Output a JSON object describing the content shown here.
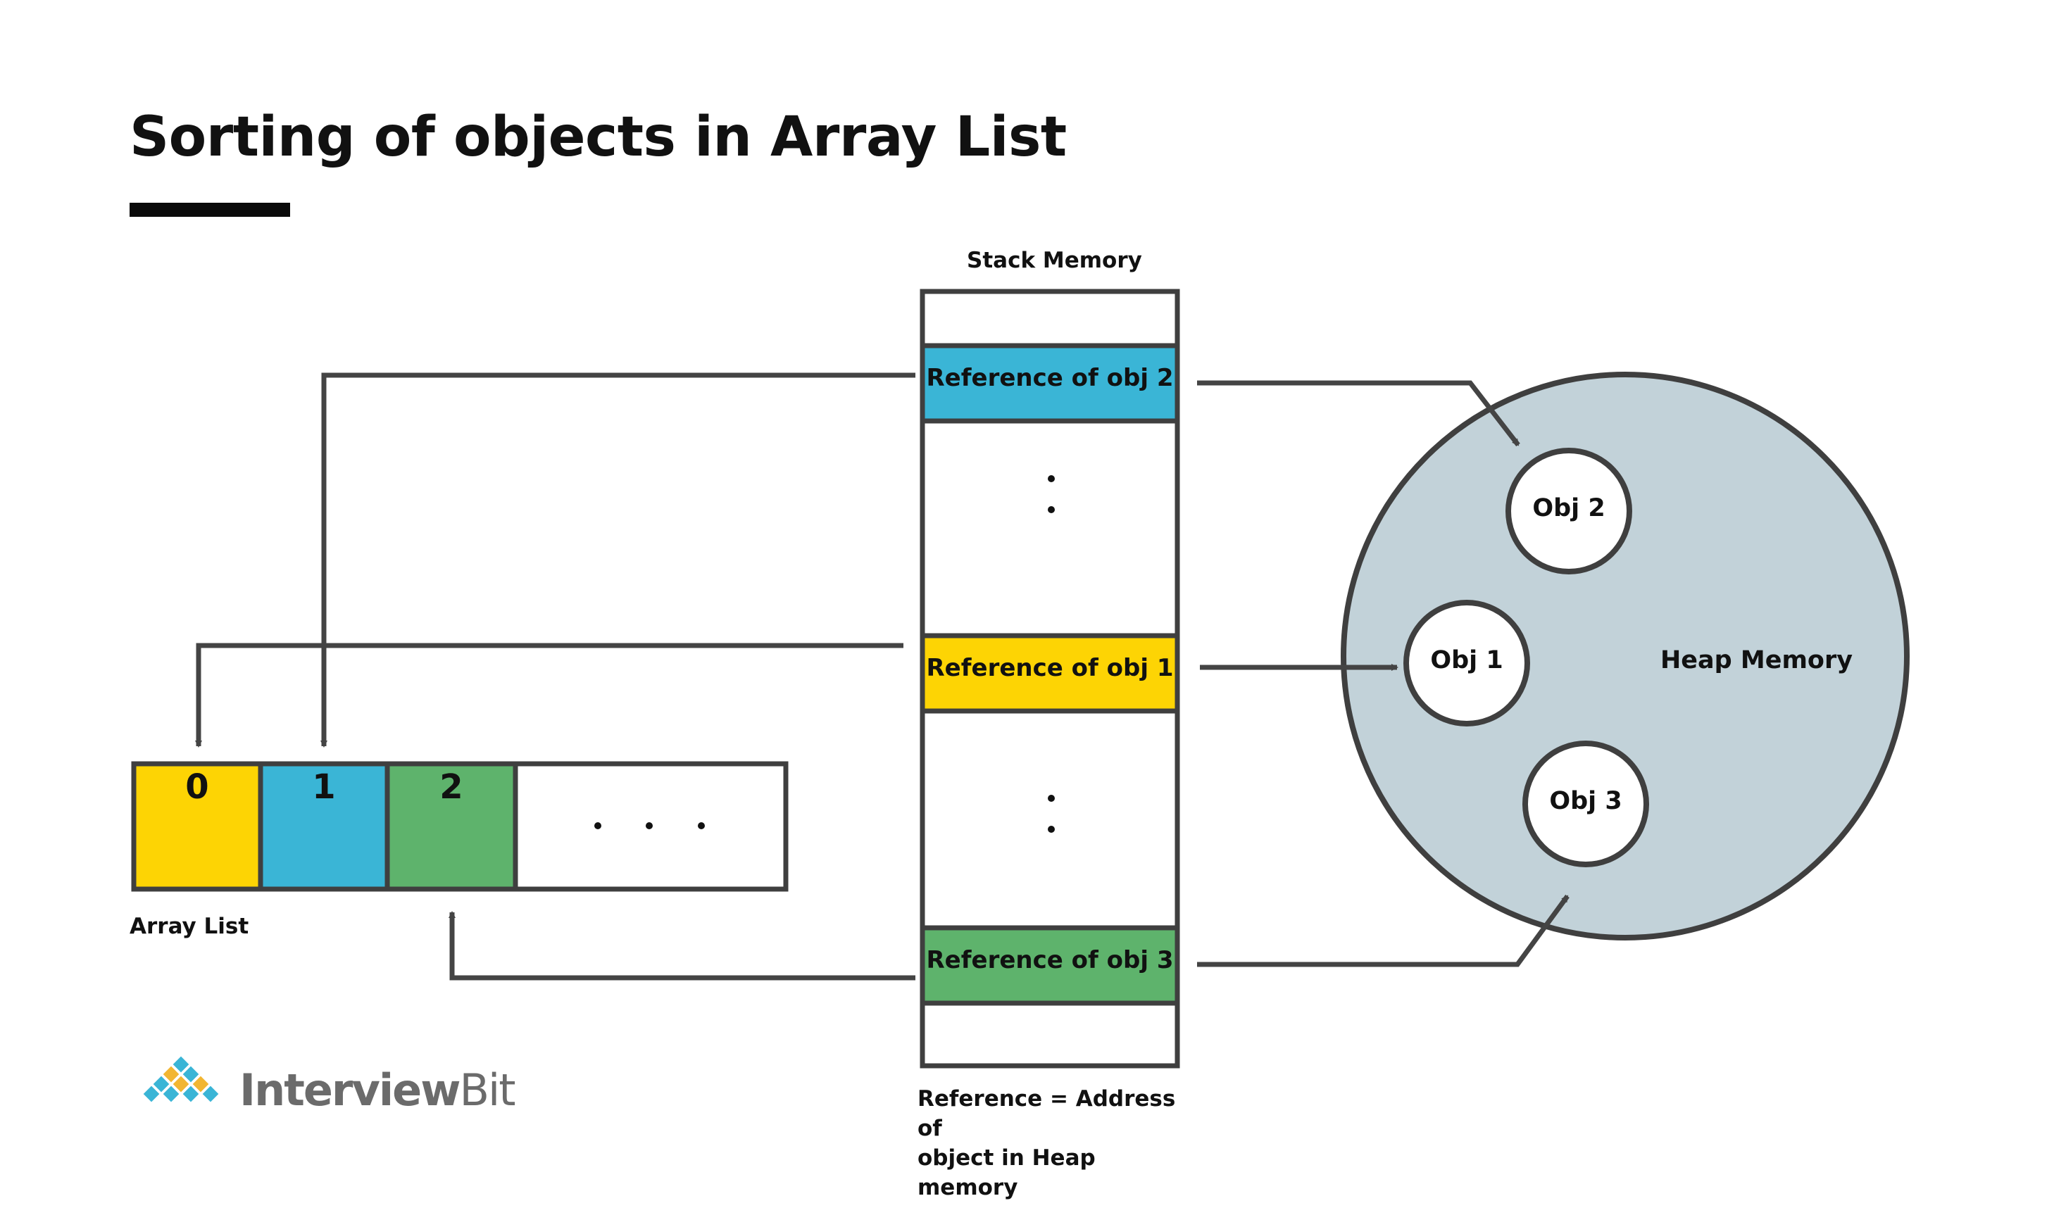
{
  "title": "Sorting of objects in Array List",
  "labels": {
    "stack_memory": "Stack Memory",
    "array_list": "Array List",
    "heap_memory": "Heap Memory",
    "note_line1": "Reference = Address of",
    "note_line2": "object in Heap memory"
  },
  "stack": {
    "refs": [
      {
        "label": "Reference of obj 2",
        "color": "#3AB5D6"
      },
      {
        "label": "Reference of obj 1",
        "color": "#FDD404"
      },
      {
        "label": "Reference of obj 3",
        "color": "#5EB36C"
      }
    ],
    "ellipsis": ":"
  },
  "array_list": {
    "cells": [
      {
        "label": "0",
        "color": "#FDD404"
      },
      {
        "label": "1",
        "color": "#3AB5D6"
      },
      {
        "label": "2",
        "color": "#5EB36C"
      }
    ],
    "ellipsis": ". . ."
  },
  "heap": {
    "color": "#C2D2D9",
    "objects": [
      "Obj 2",
      "Obj 1",
      "Obj 3"
    ]
  },
  "logo": {
    "text_bold": "Interview",
    "text_regular": "Bit"
  }
}
